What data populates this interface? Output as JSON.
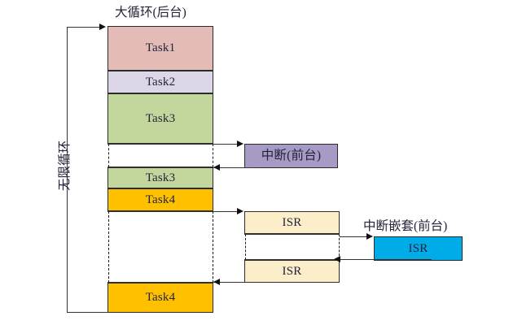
{
  "diagram": {
    "title_top": "大循环(后台)",
    "loop_label": "无限循环",
    "foreground_label": "中断(前台)",
    "nested_label": "中断嵌套(前台)",
    "bottom_caption": "",
    "colors": {
      "task1": "#e4bbb6",
      "task2": "#dcd6e8",
      "task3": "#c3d69b",
      "task4": "#ffc000",
      "isr": "#fdeeca",
      "interrupt": "#a79ac4",
      "nested_isr": "#00ace8",
      "stroke": "#2b2b2b",
      "line": "#333333"
    },
    "background_blocks": [
      {
        "name": "task1",
        "label": "Task1"
      },
      {
        "name": "task2",
        "label": "Task2"
      },
      {
        "name": "task3-first",
        "label": "Task3"
      },
      {
        "name": "task3-second",
        "label": "Task3"
      },
      {
        "name": "task4-first",
        "label": "Task4"
      },
      {
        "name": "task4-second",
        "label": "Task4"
      }
    ],
    "isr_blocks": [
      {
        "name": "isr-upper",
        "label": "ISR"
      },
      {
        "name": "isr-lower",
        "label": "ISR"
      }
    ],
    "nested_isr_block": {
      "name": "isr-nested",
      "label": "ISR"
    }
  }
}
